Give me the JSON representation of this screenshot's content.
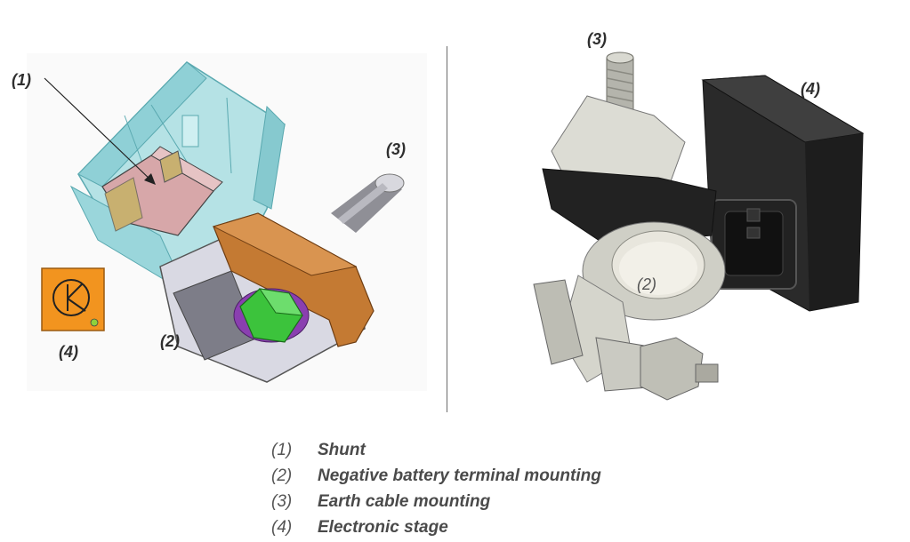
{
  "callouts": {
    "left_1": "(1)",
    "left_2": "(2)",
    "left_3": "(3)",
    "left_4": "(4)",
    "right_2": "(2)",
    "right_3": "(3)",
    "right_4": "(4)"
  },
  "legend": [
    {
      "num": "(1)",
      "text": "Shunt"
    },
    {
      "num": "(2)",
      "text": "Negative battery terminal mounting"
    },
    {
      "num": "(3)",
      "text": "Earth cable mounting"
    },
    {
      "num": "(4)",
      "text": "Electronic stage"
    }
  ],
  "colors": {
    "housing": "#a8dde0",
    "shunt": "#d7a7a9",
    "copper": "#c47a33",
    "nut": "#3cc33c",
    "ring": "#8a3fb0",
    "symbol_bg": "#f2941f",
    "plastic_black": "#2a2a2a",
    "metal": "#c8c8c0"
  },
  "icons": {
    "electronic_stage_symbol": "circle-k-symbol-icon"
  }
}
